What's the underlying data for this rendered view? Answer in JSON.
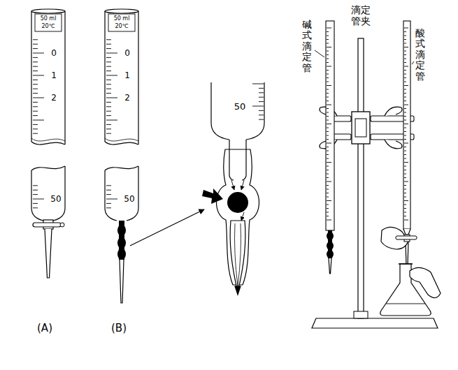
{
  "diagram": {
    "labels": [
      "50 ml",
      "20℃",
      "0",
      "1",
      "2",
      "50",
      "(A)",
      "50 ml",
      "20℃",
      "0",
      "1",
      "2",
      "50",
      "(B)",
      "50",
      "碱式滴定管",
      "滴定管夹",
      "酸式滴定管"
    ]
  }
}
